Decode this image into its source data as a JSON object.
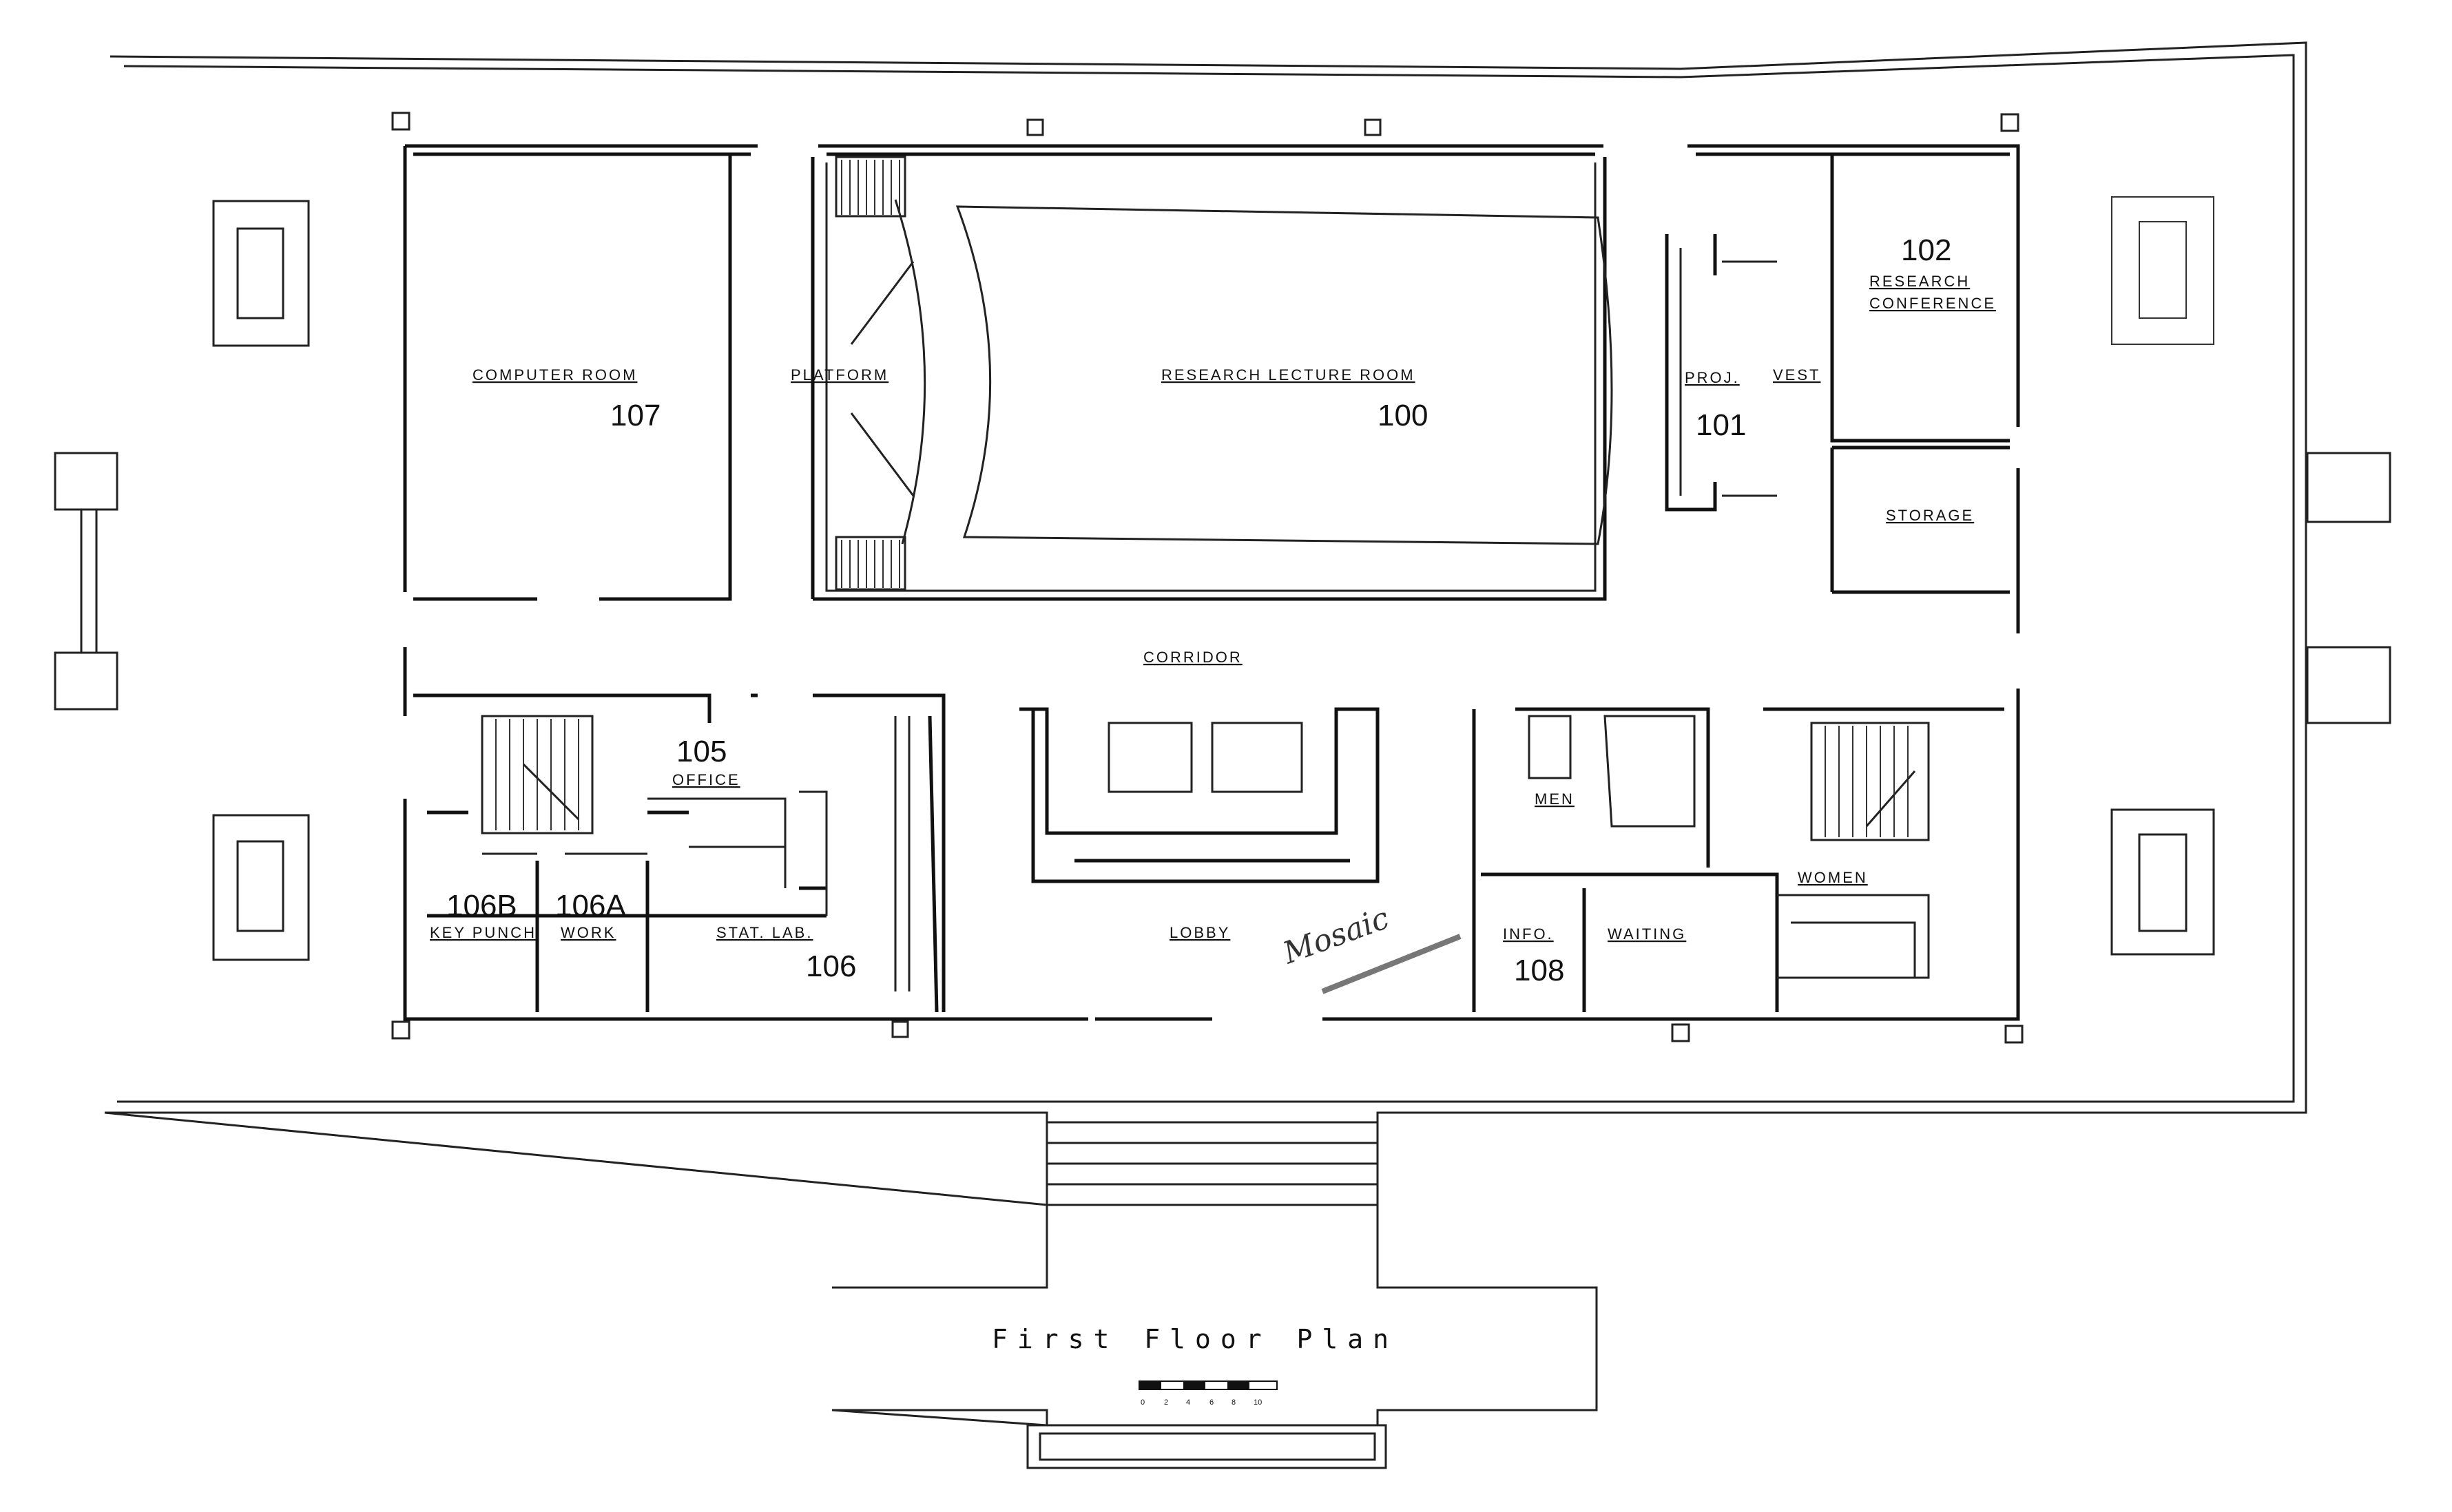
{
  "title": "First   Floor   Plan",
  "scale_ticks": [
    "0",
    "2",
    "4",
    "6",
    "8",
    "10"
  ],
  "annotation": "Mosaic",
  "rooms": {
    "computer_room": {
      "label": "COMPUTER  ROOM",
      "number": "107"
    },
    "platform": {
      "label": "PLATFORM"
    },
    "lecture_room": {
      "label": "RESEARCH  LECTURE  ROOM",
      "number": "100"
    },
    "proj": {
      "label": "PROJ.",
      "number": "101"
    },
    "vest": {
      "label": "VEST"
    },
    "research_conf": {
      "label_line1": "RESEARCH",
      "label_line2": "CONFERENCE",
      "number": "102"
    },
    "storage": {
      "label": "STORAGE"
    },
    "corridor": {
      "label": "CORRIDOR"
    },
    "office": {
      "label": "OFFICE",
      "number": "105"
    },
    "key_punch": {
      "label": "KEY PUNCH",
      "number": "106B"
    },
    "work": {
      "label": "WORK",
      "number": "106A"
    },
    "stat_lab": {
      "label": "STAT. LAB.",
      "number": "106"
    },
    "lobby": {
      "label": "LOBBY"
    },
    "men": {
      "label": "MEN"
    },
    "info": {
      "label": "INFO.",
      "number": "108"
    },
    "waiting": {
      "label": "WAITING"
    },
    "women": {
      "label": "WOMEN"
    }
  }
}
